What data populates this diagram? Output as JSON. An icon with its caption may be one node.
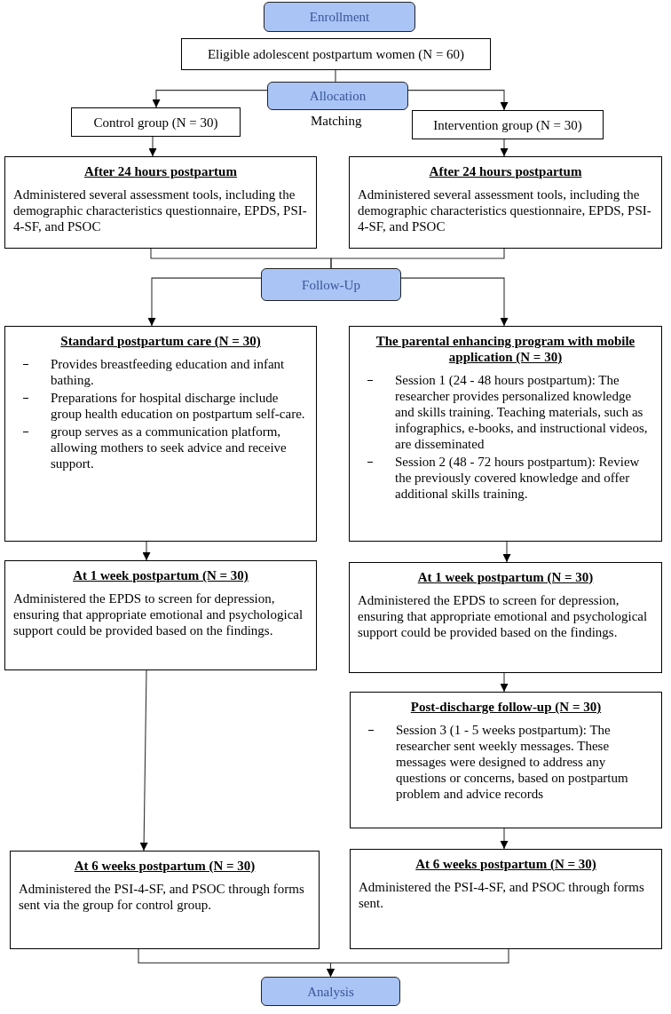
{
  "diagram": {
    "nodes": [
      {
        "text": [
          "Enrollment"
        ]
      },
      {
        "text": [
          "Eligible adolescent postpartum women (N = 60)"
        ]
      },
      {
        "text": [
          "Allocation"
        ]
      },
      {
        "text": [
          "Control group (N = 30)"
        ]
      },
      {
        "text": [
          "Intervention group (N = 30)"
        ]
      },
      {
        "text": [
          "After 24 hours postpartum",
          "Administered several assessment tools, including the demographic characteristics questionnaire, EPDS, PSI-4-SF, and PSOC"
        ]
      },
      {
        "text": [
          "After 24 hours postpartum",
          "Administered several assessment tools, including the demographic characteristics questionnaire, EPDS, PSI-4-SF, and PSOC"
        ]
      },
      {
        "text": [
          "Follow-Up"
        ]
      },
      {
        "text": [
          "Standard postpartum care (N = 30)",
          "Provides breastfeeding education and infant bathing.",
          "Preparations for hospital discharge include group health education on postpartum self-care.",
          "group serves as a communication platform, allowing mothers to seek advice and receive support."
        ]
      },
      {
        "text": [
          "The parental enhancing program with mobile application (N = 30)",
          "Session 1 (24 - 48 hours postpartum): The researcher provides personalized knowledge and skills training. Teaching materials, such as infographics, e-books, and instructional videos, are disseminated",
          "Session 2 (48 - 72 hours postpartum): Review the previously covered knowledge and offer additional skills training."
        ]
      },
      {
        "text": [
          "At 1 week postpartum (N = 30)",
          "Administered the EPDS to screen for depression, ensuring that appropriate emotional and psychological support could be provided based on the findings."
        ]
      },
      {
        "text": [
          "At 1 week postpartum (N = 30)",
          "Administered the EPDS to screen for depression, ensuring that appropriate emotional and psychological support could be provided based on the findings."
        ]
      },
      {
        "text": [
          "Post-discharge follow-up (N = 30)",
          "Session 3 (1 - 5 weeks postpartum): The researcher sent weekly messages. These messages were designed to address any questions or concerns, based on postpartum problem and advice records"
        ]
      },
      {
        "text": [
          "At 6 weeks postpartum (N = 30)",
          "Administered the PSI-4-SF, and PSOC through forms sent via the group for control group."
        ]
      },
      {
        "text": [
          "At 6 weeks postpartum (N = 30)",
          "Administered the PSI-4-SF, and PSOC through forms sent."
        ]
      },
      {
        "text": [
          "Analysis"
        ]
      }
    ],
    "edges": [
      {
        "from": 1,
        "to": 2,
        "arrow": "none"
      },
      {
        "from": 2,
        "to": 3,
        "arrow": "to"
      },
      {
        "from": 2,
        "to": 4,
        "arrow": "to"
      },
      {
        "from": 3,
        "to": 5,
        "arrow": "to"
      },
      {
        "from": 4,
        "to": 6,
        "arrow": "to"
      },
      {
        "from": 5,
        "to": 7,
        "arrow": "none"
      },
      {
        "from": 6,
        "to": 7,
        "arrow": "none"
      },
      {
        "from": 7,
        "to": 8,
        "arrow": "to"
      },
      {
        "from": 7,
        "to": 9,
        "arrow": "to"
      },
      {
        "from": 8,
        "to": 10,
        "arrow": "to"
      },
      {
        "from": 9,
        "to": 11,
        "arrow": "to"
      },
      {
        "from": 10,
        "to": 13,
        "arrow": "to"
      },
      {
        "from": 11,
        "to": 12,
        "arrow": "to"
      },
      {
        "from": 12,
        "to": 14,
        "arrow": "to"
      },
      {
        "from": 13,
        "to": 15,
        "arrow": "to"
      },
      {
        "from": 14,
        "to": 15,
        "arrow": "to"
      }
    ],
    "labels": [
      "Matching"
    ]
  }
}
